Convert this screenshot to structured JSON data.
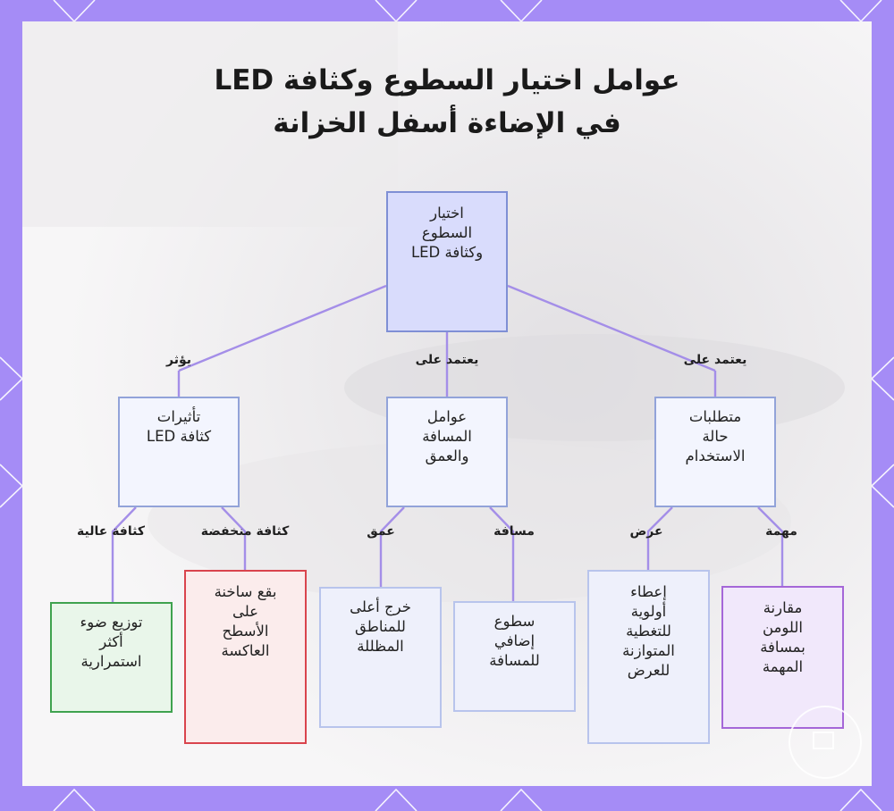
{
  "title": {
    "line1": "عوامل اختيار السطوع وكثافة LED",
    "line2": "في الإضاءة أسفل الخزانة"
  },
  "nodes": {
    "root": "اختيار\nالسطوع\nوكثافة LED",
    "led_effects": "تأثيرات\nكثافة LED",
    "distance_factors": "عوامل\nالمسافة\nوالعمق",
    "usage_requirements": "متطلبات\nحالة\nالاستخدام",
    "high_density_result": "توزيع ضوء\nأكثر\nاستمرارية",
    "low_density_result": "بقع ساخنة\nعلى\nالأسطح\nالعاكسة",
    "depth_result": "خرج أعلى\nللمناطق\nالمظللة",
    "distance_result": "سطوع\nإضافي\nللمسافة",
    "width_result": "إعطاء\nأولوية\nللتغطية\nالمتوازنة\nللعرض",
    "task_result": "مقارنة\nاللومن\nبمسافة\nالمهمة"
  },
  "edge_labels": {
    "affects": "يؤثر",
    "depends_on_center": "يعتمد على",
    "depends_on_right": "يعتمد على",
    "high_density": "كثافة عالية",
    "low_density": "كثافة منخفضة",
    "depth": "عمق",
    "distance": "مسافة",
    "width": "عرض",
    "task": "مهمة"
  },
  "colors": {
    "frame": "#a58cf6",
    "edge": "#a48ee8",
    "root_fill": "#d9dcfc",
    "green_border": "#3fa24f",
    "red_border": "#d9444d",
    "violet_border": "#a567d8"
  }
}
